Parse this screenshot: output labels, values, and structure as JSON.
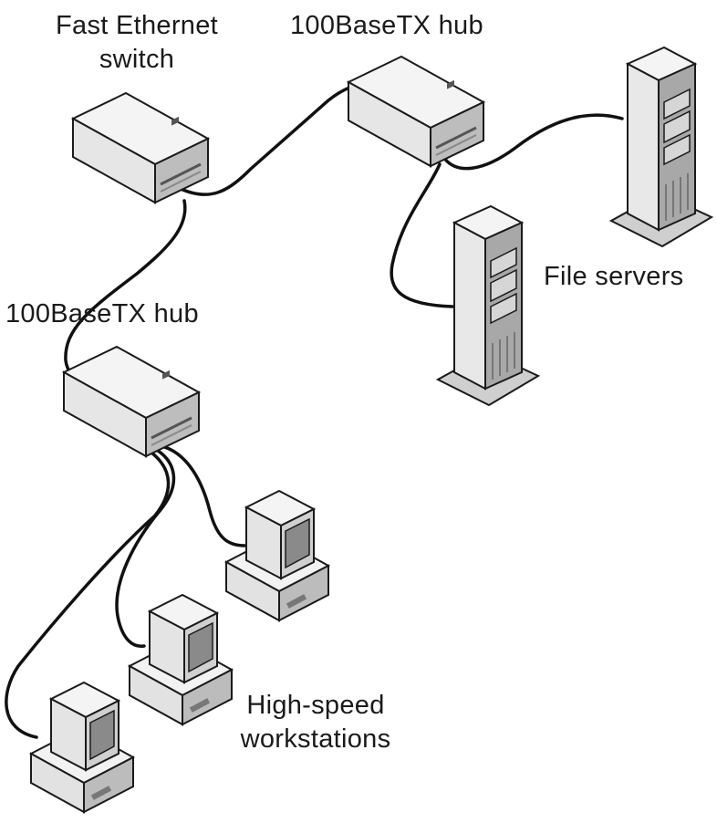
{
  "labels": {
    "switch_line1": "Fast Ethernet",
    "switch_line2": "switch",
    "hub_top": "100BaseTX hub",
    "hub_left": "100BaseTX hub",
    "file_servers": "File servers",
    "workstations_line1": "High-speed",
    "workstations_line2": "workstations"
  },
  "colors": {
    "outline": "#1a1a1a",
    "device_face": "#e6e6e6",
    "device_top": "#f4f4f4",
    "device_side": "#bdbdbd",
    "screen": "#8a8a8a",
    "cable": "#111111",
    "background": "#ffffff"
  },
  "icons": [
    "switch-icon",
    "hub-icon",
    "server-icon",
    "workstation-icon"
  ]
}
